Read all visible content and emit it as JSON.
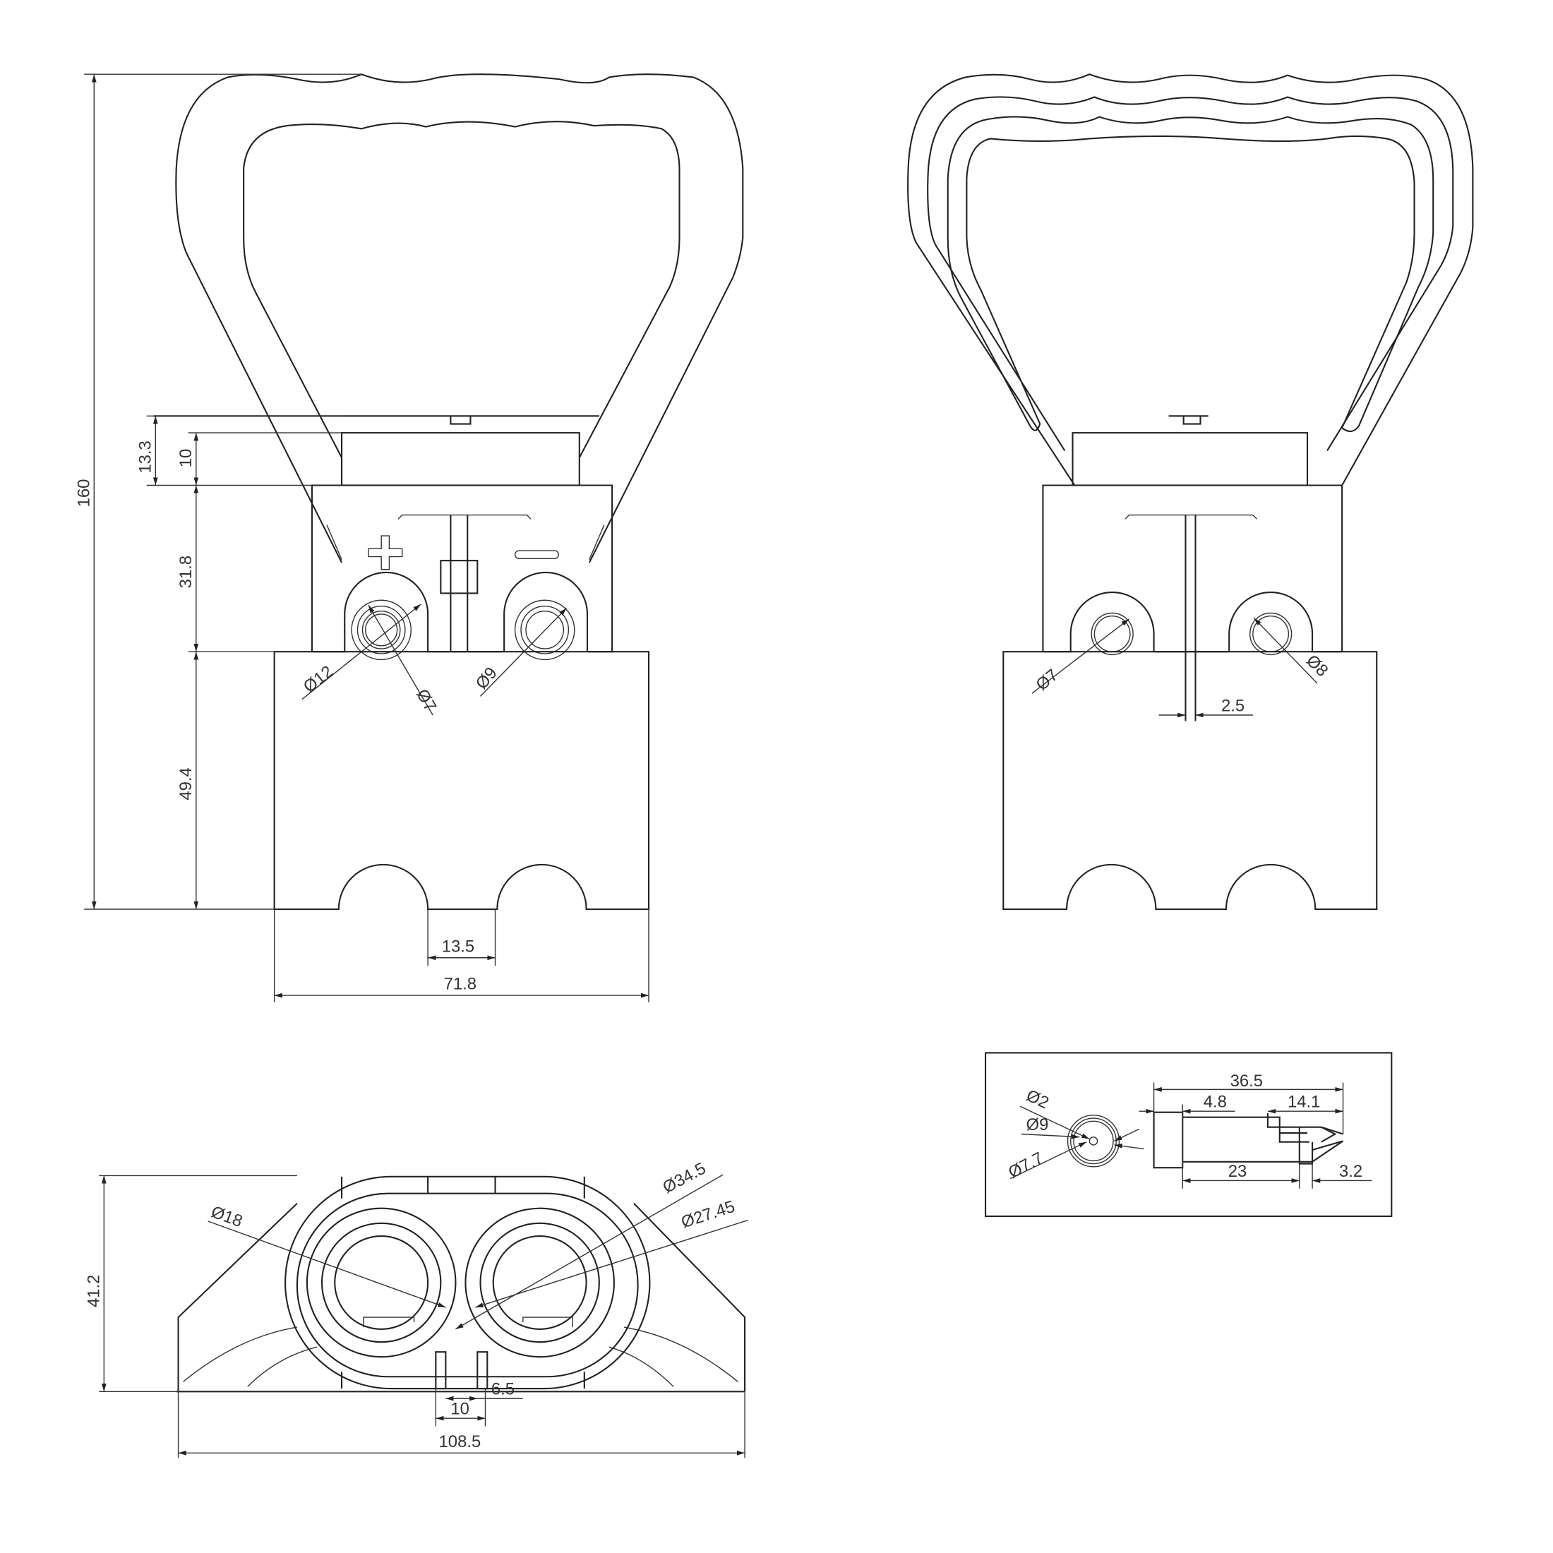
{
  "front_view": {
    "dims": {
      "overall_height": "160",
      "top_plate": "13.3",
      "block": "10",
      "middle_body": "31.8",
      "lower_body": "49.4",
      "slot_spacing": "13.5",
      "width": "71.8",
      "pos_outer_dia": "Ø12",
      "pos_inner_dia": "Ø7",
      "neg_dia": "Ø9"
    }
  },
  "rear_view": {
    "dims": {
      "left_hole": "Ø7",
      "right_hole": "Ø8",
      "slot_width": "2.5"
    }
  },
  "bottom_view": {
    "dims": {
      "height": "41.2",
      "width": "108.5",
      "inner_bore": "Ø18",
      "outer_ring": "Ø34.5",
      "middle_ring": "Ø27.45",
      "slot_pitch": "10",
      "slot_width": "6.5"
    }
  },
  "contact_detail": {
    "dims": {
      "pin": "Ø2",
      "outer": "Ø9",
      "mid": "Ø7.7",
      "length": "36.5",
      "flange": "4.8",
      "tip": "14.1",
      "barrel": "23",
      "groove": "3.2"
    }
  }
}
